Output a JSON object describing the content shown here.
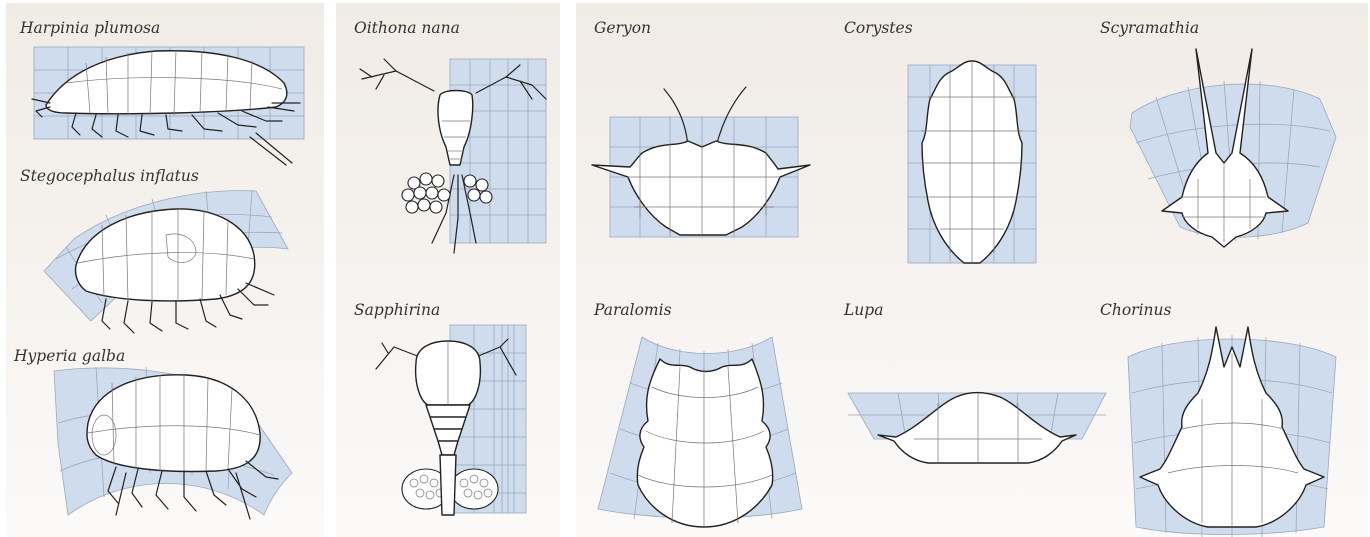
{
  "panels": [
    {
      "id": "amphipods",
      "specimens": [
        "Harpinia plumosa",
        "Stegocephalus inflatus",
        "Hyperia galba"
      ]
    },
    {
      "id": "copepods",
      "specimens": [
        "Oithona nana",
        "Sapphirina"
      ]
    },
    {
      "id": "crabs",
      "specimens": [
        "Geryon",
        "Corystes",
        "Scyramathia",
        "Paralomis",
        "Lupa",
        "Chorinus"
      ]
    }
  ],
  "colors": {
    "grid_fill": "#cfdced",
    "grid_stroke": "#98a9bd",
    "outline": "#222222",
    "panel_bg": "#f0ebe5"
  }
}
